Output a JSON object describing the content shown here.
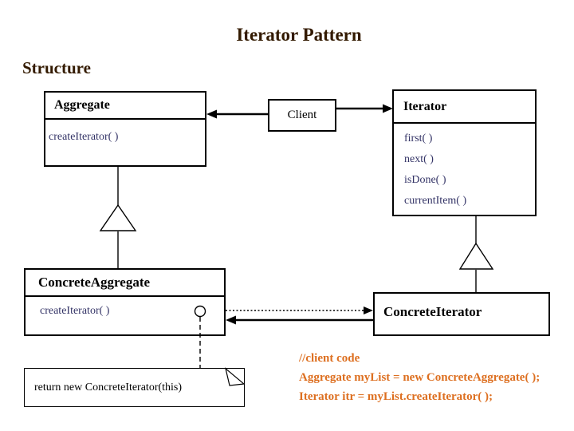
{
  "slide": {
    "title": "Iterator Pattern",
    "heading": "Structure"
  },
  "colors": {
    "heading": "#331a00",
    "method": "#333366",
    "code": "#dd6f20",
    "stroke": "#000000",
    "background": "#ffffff"
  },
  "diagram": {
    "aggregate": {
      "name": "Aggregate",
      "methods": [
        "createIterator( )"
      ]
    },
    "client": {
      "label": "Client"
    },
    "iterator": {
      "name": "Iterator",
      "methods": [
        "first( )",
        "next( )",
        "isDone( )",
        "currentItem( )"
      ]
    },
    "concrete_aggregate": {
      "name": "ConcreteAggregate",
      "methods": [
        "createIterator( )"
      ]
    },
    "concrete_iterator": {
      "name": "ConcreteIterator"
    },
    "note": {
      "text": "return new ConcreteIterator(this)"
    }
  },
  "code": {
    "lines": [
      "//client code",
      "Aggregate myList = new ConcreteAggregate( );",
      "Iterator itr = myList.createIterator( );"
    ]
  }
}
